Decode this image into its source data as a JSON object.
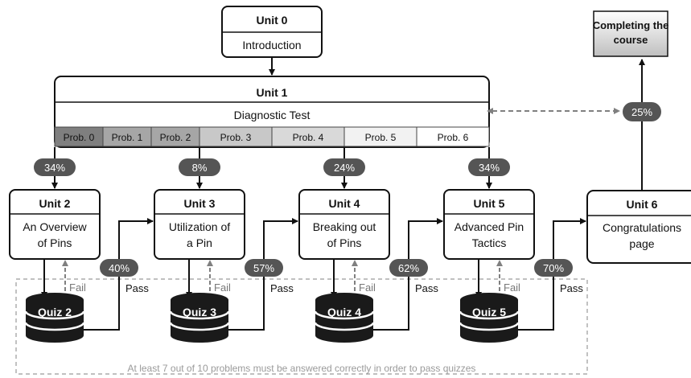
{
  "unit0": {
    "title": "Unit 0",
    "subtitle": "Introduction"
  },
  "unit1": {
    "title": "Unit 1",
    "subtitle": "Diagnostic Test",
    "probs": [
      "Prob. 0",
      "Prob. 1",
      "Prob. 2",
      "Prob. 3",
      "Prob. 4",
      "Prob. 5",
      "Prob. 6"
    ]
  },
  "completing": {
    "line1": "Completing the",
    "line2": "course"
  },
  "units": [
    {
      "title": "Unit 2",
      "line1": "An Overview",
      "line2": "of Pins",
      "entry_pct": "34%",
      "quiz": "Quiz 2",
      "pass_pct": "40%"
    },
    {
      "title": "Unit 3",
      "line1": "Utilization of",
      "line2": "a Pin",
      "entry_pct": "8%",
      "quiz": "Quiz 3",
      "pass_pct": "57%"
    },
    {
      "title": "Unit 4",
      "line1": "Breaking out",
      "line2": "of Pins",
      "entry_pct": "24%",
      "quiz": "Quiz 4",
      "pass_pct": "62%"
    },
    {
      "title": "Unit 5",
      "line1": "Advanced Pin",
      "line2": "Tactics",
      "entry_pct": "34%",
      "quiz": "Quiz 5",
      "pass_pct": "70%"
    }
  ],
  "unit6": {
    "title": "Unit 6",
    "line1": "Congratulations",
    "line2": "page"
  },
  "skip_pct": "25%",
  "fail_label": "Fail",
  "pass_label": "Pass",
  "footnote": "At least 7 out of 10 problems must be answered correctly in order to pass quizzes",
  "colors": {
    "dark_badge": "#555555",
    "prob_shades": [
      "#7f7f7f",
      "#a6a6a6",
      "#a6a6a6",
      "#c8c8c8",
      "#d9d9d9",
      "#f2f2f2",
      "#ffffff"
    ]
  }
}
